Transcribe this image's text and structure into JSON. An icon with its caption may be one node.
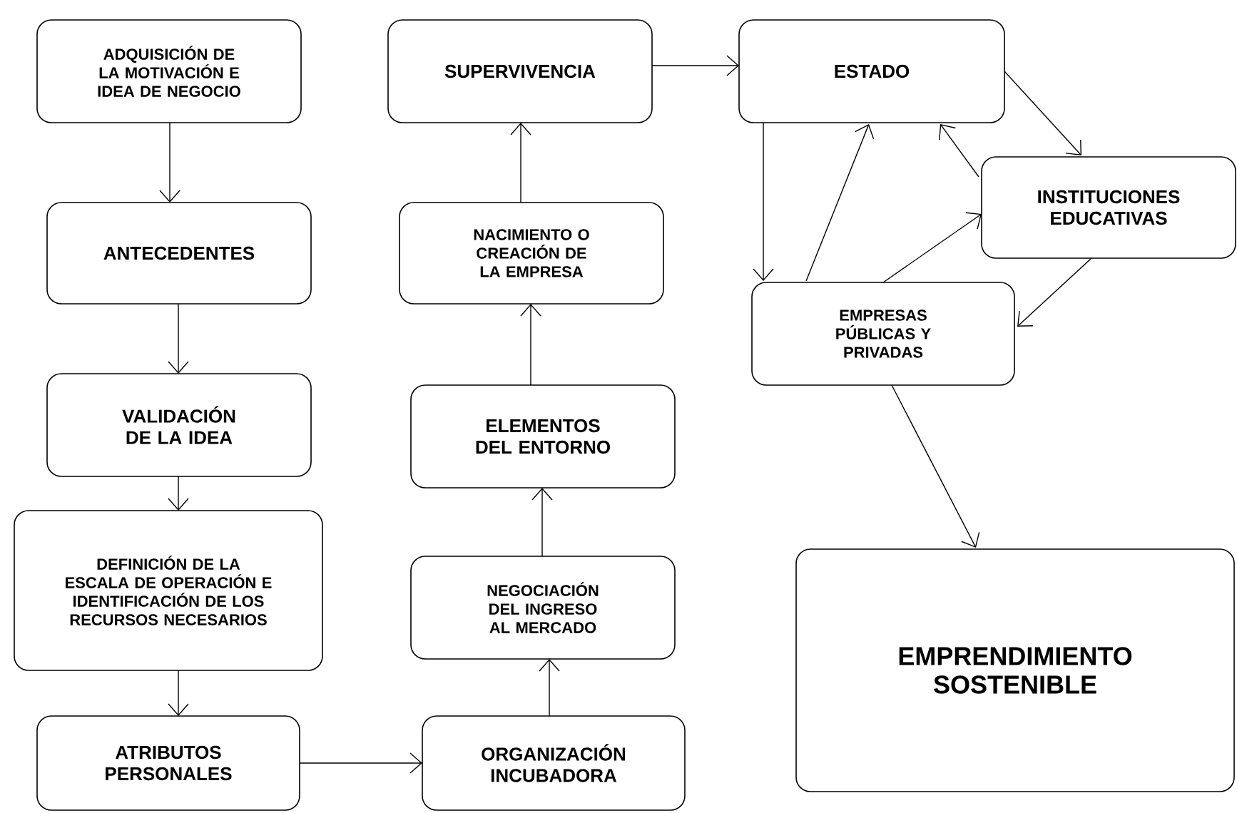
{
  "diagram": {
    "nodes": [
      {
        "text": [
          "ADQUISICIÓN DE LA MOTIVACIÓN E IDEA DE NEGOCIO"
        ]
      },
      {
        "text": [
          "ANTECEDENTES"
        ]
      },
      {
        "text": [
          "VALIDACIÓN DE LA IDEA"
        ]
      },
      {
        "text": [
          "DEFINICIÓN DE LA ESCALA DE OPERACIÓN E IDENTIFICACIÓN DE LOS RECURSOS NECESARIOS"
        ]
      },
      {
        "text": [
          "ATRIBUTOS PERSONALES"
        ]
      },
      {
        "text": [
          "ORGANIZACIÓN INCUBADORA"
        ]
      },
      {
        "text": [
          "NEGOCIACIÓN DEL INGRESO AL MERCADO"
        ]
      },
      {
        "text": [
          "ELEMENTOS DEL ENTORNO"
        ]
      },
      {
        "text": [
          "NACIMIENTO O CREACIÓN DE LA EMPRESA"
        ]
      },
      {
        "text": [
          "SUPERVIVENCIA"
        ]
      },
      {
        "text": [
          "ESTADO"
        ]
      },
      {
        "text": [
          "INSTITUCIONES EDUCATIVAS"
        ]
      },
      {
        "text": [
          "EMPRESAS PÚBLICAS Y PRIVADAS"
        ]
      },
      {
        "text": [
          "EMPRENDIMIENTO SOSTENIBLE"
        ]
      }
    ],
    "edges": [
      {
        "from": 0,
        "to": 1,
        "arrow": "to"
      },
      {
        "from": 1,
        "to": 2,
        "arrow": "to"
      },
      {
        "from": 2,
        "to": 3,
        "arrow": "to"
      },
      {
        "from": 3,
        "to": 4,
        "arrow": "to"
      },
      {
        "from": 4,
        "to": 5,
        "arrow": "to"
      },
      {
        "from": 5,
        "to": 6,
        "arrow": "to"
      },
      {
        "from": 6,
        "to": 7,
        "arrow": "to"
      },
      {
        "from": 7,
        "to": 8,
        "arrow": "to"
      },
      {
        "from": 8,
        "to": 9,
        "arrow": "to"
      },
      {
        "from": 9,
        "to": 10,
        "arrow": "to"
      },
      {
        "from": 10,
        "to": 11,
        "arrow": "to"
      },
      {
        "from": 11,
        "to": 10,
        "arrow": "to"
      },
      {
        "from": 10,
        "to": 12,
        "arrow": "to"
      },
      {
        "from": 12,
        "to": 10,
        "arrow": "to"
      },
      {
        "from": 12,
        "to": 11,
        "arrow": "to"
      },
      {
        "from": 11,
        "to": 12,
        "arrow": "to"
      },
      {
        "from": 12,
        "to": 13,
        "arrow": "to"
      }
    ]
  }
}
